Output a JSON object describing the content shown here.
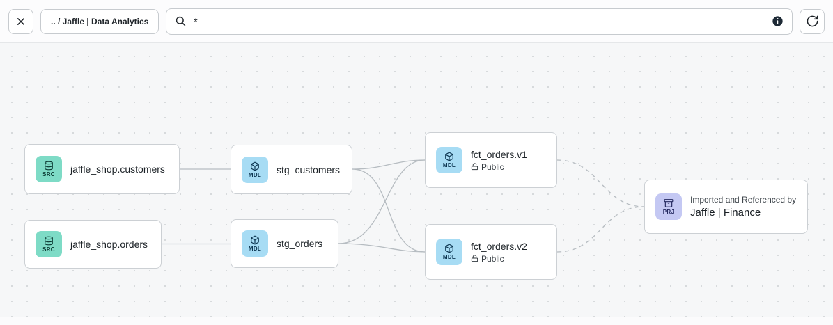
{
  "toolbar": {
    "breadcrumb": ".. / Jaffle | Data Analytics",
    "search": {
      "value": "*"
    }
  },
  "badges": {
    "src": "SRC",
    "mdl": "MDL",
    "prj": "PRJ"
  },
  "nodes": {
    "customers": {
      "label": "jaffle_shop.customers"
    },
    "orders": {
      "label": "jaffle_shop.orders"
    },
    "stg_customers": {
      "label": "stg_customers"
    },
    "stg_orders": {
      "label": "stg_orders"
    },
    "fct_orders_v1": {
      "label": "fct_orders.v1",
      "access": "Public"
    },
    "fct_orders_v2": {
      "label": "fct_orders.v2",
      "access": "Public"
    },
    "finance": {
      "label": "Jaffle | Finance",
      "caption": "Imported and Referenced by"
    }
  },
  "colors": {
    "src_badge_bg": "#7edbc6",
    "mdl_badge_bg": "#a7dcf4",
    "prj_badge_bg": "#c4c8f3",
    "edge": "#b6bcc1",
    "canvas_bg": "#f6f7f8"
  }
}
